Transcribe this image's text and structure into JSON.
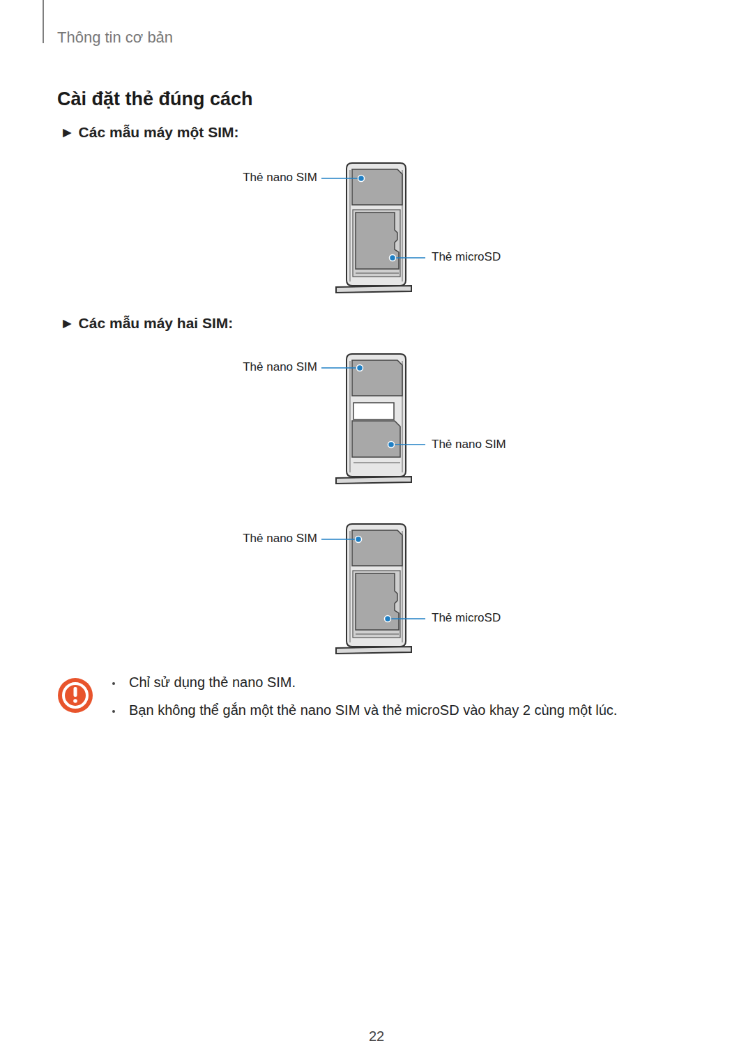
{
  "diagram": {
    "title": "Cài đặt thẻ đúng cách",
    "labels": [
      "Thông tin cơ bản",
      "► Các mẫu máy một SIM:",
      "Thẻ nano SIM",
      "Thẻ microSD",
      "► Các mẫu máy hai SIM:",
      "Thẻ nano SIM",
      "Thẻ nano SIM",
      "Thẻ nano SIM",
      "Thẻ microSD",
      "Chỉ sử dụng thẻ nano SIM.",
      "Bạn không thể gắn một thẻ nano SIM và thẻ microSD vào khay 2 cùng một lúc.",
      "22"
    ]
  }
}
